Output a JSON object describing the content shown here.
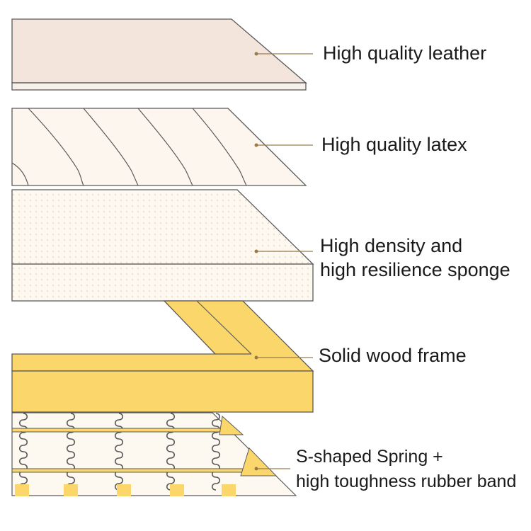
{
  "colors": {
    "leather": "#f3e4dc",
    "latex": "#fcf6ee",
    "sponge": "#fdf8f0",
    "sponge_dot": "#ead9c4",
    "wood": "#fbd66a",
    "outline": "#5a5a5a",
    "leader": "#9a7a4a"
  },
  "layers": [
    {
      "id": "leather",
      "lines": [
        "High quality leather"
      ]
    },
    {
      "id": "latex",
      "lines": [
        "High quality latex"
      ]
    },
    {
      "id": "sponge",
      "lines": [
        "High density and",
        "high resilience sponge"
      ]
    },
    {
      "id": "wood",
      "lines": [
        "Solid wood frame"
      ]
    },
    {
      "id": "spring",
      "lines": [
        "S-shaped Spring +",
        "high toughness rubber band"
      ]
    }
  ]
}
